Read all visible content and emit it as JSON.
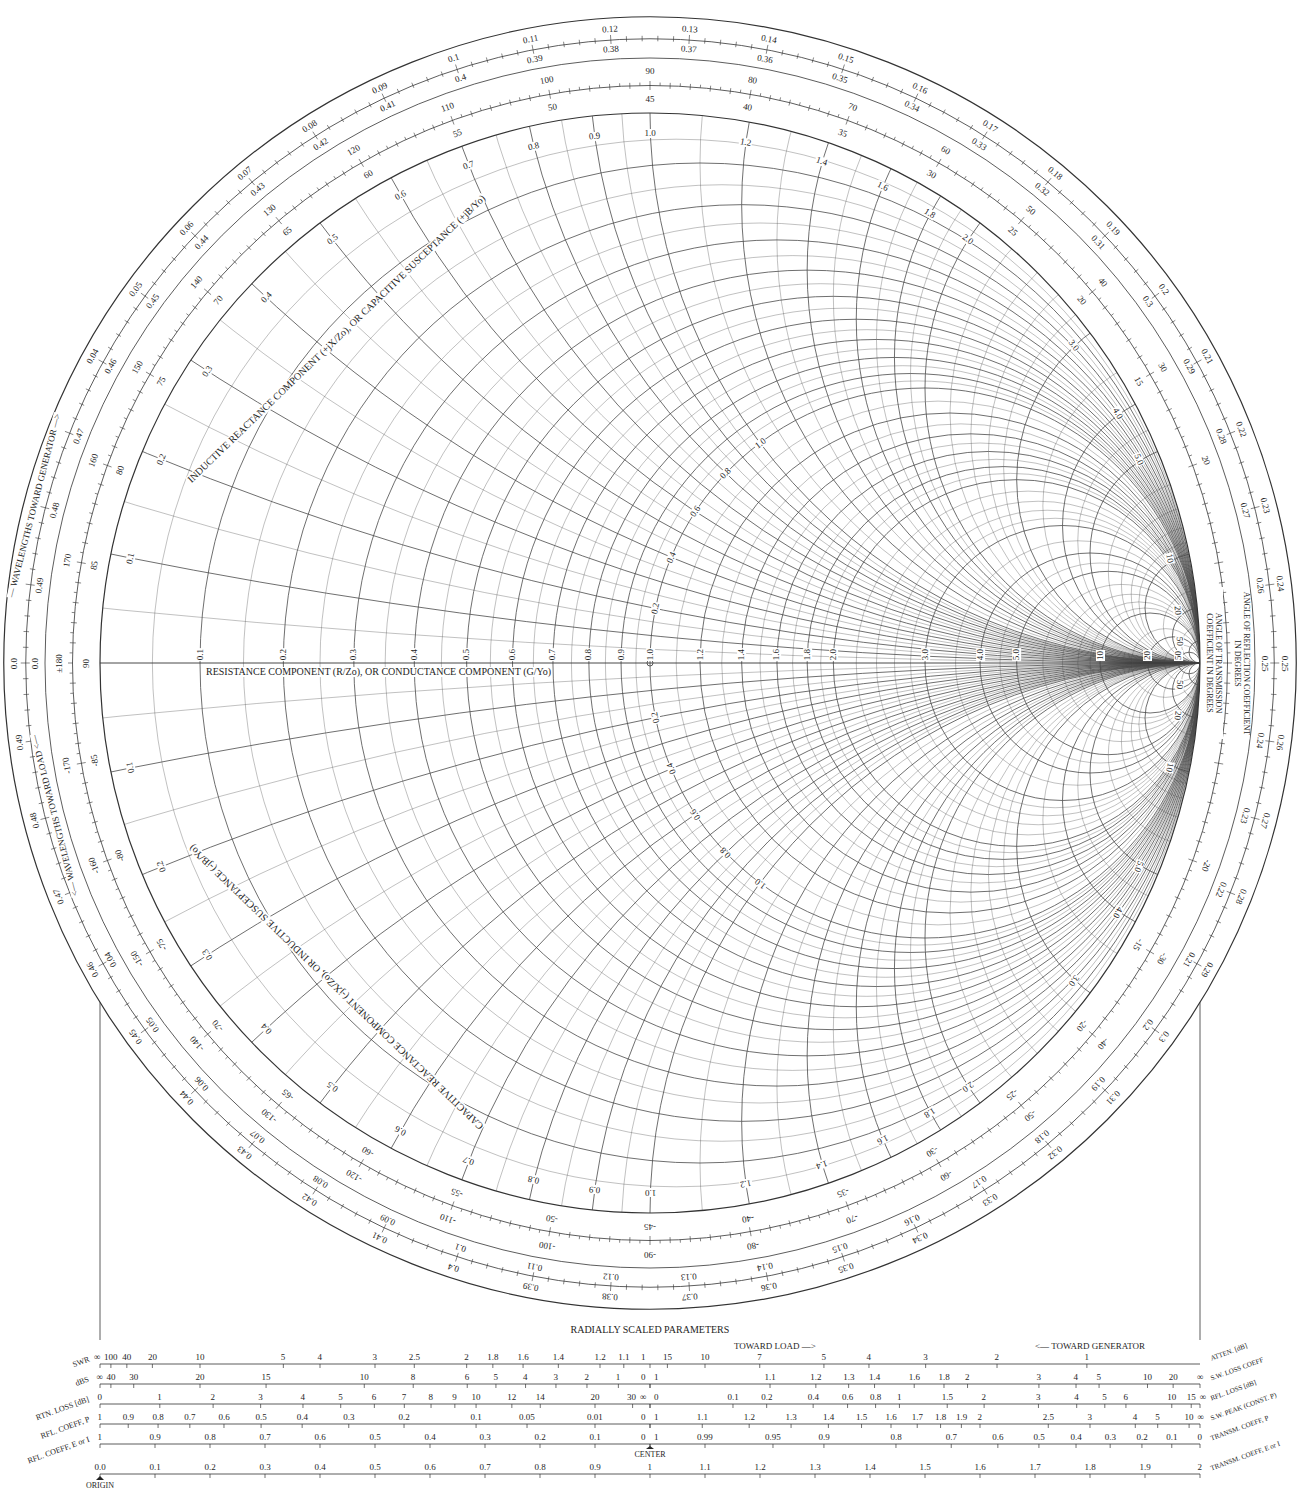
{
  "diagram": {
    "labels": [
      "RESISTANCE COMPONENT (R/Zo), OR CONDUCTANCE COMPONENT (G/Yo)",
      "INDUCTIVE REACTANCE COMPONENT (+jX/Zo), OR CAPACITIVE SUSCEPTANCE (+jB/Yo)",
      "CAPACITIVE REACTANCE COMPONENT (-jX/Zo), OR INDUCTIVE SUSCEPTANCE (-jB/Yo)",
      "ANGLE OF REFLECTION COEFFICIENT IN DEGREES",
      "ANGLE OF TRANSMISSION COEFFICIENT IN DEGREES",
      "— WAVELENGTHS TOWARD GENERATOR —>",
      "<— WAVELENGTHS TOWARD LOAD <—",
      "RADIALLY SCALED PARAMETERS",
      "TOWARD LOAD —>",
      "<— TOWARD GENERATOR",
      "CENTER",
      "ORIGIN",
      "SWR",
      "dBS",
      "RTN. LOSS [dB]",
      "RFL. COEFF, P",
      "RFL. COEFF, E or I",
      "ATTEN. [dB]",
      "S.W. LOSS COEFF",
      "RFL. LOSS [dB]",
      "S.W. PEAK (CONST. P)",
      "TRANSM. COEFF, P",
      "TRANSM. COEFF, E or I",
      "0.1",
      "0.2",
      "0.3",
      "0.4",
      "0.5",
      "0.6",
      "0.7",
      "0.8",
      "0.9",
      "1.0",
      "1.2",
      "1.4",
      "1.6",
      "1.8",
      "2.0",
      "3.0",
      "4.0",
      "5.0",
      "10",
      "20",
      "50",
      "0.1",
      "0.2",
      "0.3",
      "0.4",
      "0.5",
      "0.6",
      "0.7",
      "0.8",
      "0.9",
      "1.0",
      "1.2",
      "1.4",
      "1.6",
      "1.8",
      "2.0",
      "3.0",
      "4.0",
      "5.0",
      "10",
      "20",
      "50",
      "0.1",
      "0.2",
      "0.3",
      "0.4",
      "0.5",
      "0.6",
      "0.7",
      "0.8",
      "0.9",
      "1.0",
      "1.2",
      "1.4",
      "1.6",
      "1.8",
      "2.0",
      "3.0",
      "4.0",
      "5.0",
      "10",
      "20",
      "50",
      "0.2",
      "0.4",
      "0.6",
      "0.8",
      "1.0",
      "0.2",
      "0.4",
      "0.6",
      "0.8",
      "1.0",
      "20",
      "30",
      "40",
      "50",
      "60",
      "70",
      "80",
      "90",
      "100",
      "110",
      "120",
      "130",
      "140",
      "150",
      "160",
      "170",
      "±180",
      "-20",
      "-30",
      "-40",
      "-50",
      "-60",
      "-70",
      "-80",
      "-90",
      "-100",
      "-110",
      "-120",
      "-130",
      "-140",
      "-150",
      "-160",
      "-170",
      "15",
      "20",
      "25",
      "30",
      "35",
      "40",
      "45",
      "50",
      "55",
      "60",
      "65",
      "70",
      "75",
      "80",
      "85",
      "90",
      "-15",
      "-20",
      "-25",
      "-30",
      "-35",
      "-40",
      "-45",
      "-50",
      "-55",
      "-60",
      "-65",
      "-70",
      "-75",
      "-80",
      "-85",
      "0.0",
      "0.04",
      "0.05",
      "0.06",
      "0.07",
      "0.08",
      "0.09",
      "0.1",
      "0.11",
      "0.12",
      "0.13",
      "0.14",
      "0.15",
      "0.16",
      "0.17",
      "0.18",
      "0.19",
      "0.2",
      "0.21",
      "0.22",
      "0.23",
      "0.24",
      "0.25",
      "0.26",
      "0.27",
      "0.28",
      "0.29",
      "0.3",
      "0.31",
      "0.32",
      "0.33",
      "0.34",
      "0.35",
      "0.36",
      "0.37",
      "0.38",
      "0.39",
      "0.4",
      "0.41",
      "0.42",
      "0.43",
      "0.44",
      "0.45",
      "0.46",
      "0.47",
      "0.48",
      "0.49",
      "0.0",
      "0.04",
      "0.05",
      "0.06",
      "0.07",
      "0.08",
      "0.09",
      "0.1",
      "0.11",
      "0.12",
      "0.13",
      "0.14",
      "0.15",
      "0.16",
      "0.17",
      "0.18",
      "0.19",
      "0.2",
      "0.21",
      "0.22",
      "0.23",
      "0.24",
      "0.25",
      "0.26",
      "0.27",
      "0.28",
      "0.29",
      "0.3",
      "0.31",
      "0.32",
      "0.33",
      "0.34",
      "0.35",
      "0.36",
      "0.37",
      "0.38",
      "0.39",
      "0.4",
      "0.41",
      "0.42",
      "0.43",
      "0.44",
      "0.45",
      "0.46",
      "0.47",
      "0.48",
      "0.49",
      "∞",
      "100",
      "40",
      "20",
      "10",
      "5",
      "4",
      "3",
      "2.5",
      "2",
      "1.8",
      "1.6",
      "1.4",
      "1.2",
      "1.1",
      "1",
      "∞",
      "40",
      "30",
      "20",
      "15",
      "10",
      "8",
      "6",
      "5",
      "4",
      "3",
      "2",
      "1",
      "0",
      "0",
      "1",
      "2",
      "3",
      "4",
      "5",
      "6",
      "7",
      "8",
      "9",
      "10",
      "12",
      "14",
      "20",
      "30",
      "∞",
      "1",
      "0.9",
      "0.8",
      "0.7",
      "0.6",
      "0.5",
      "0.4",
      "0.3",
      "0.2",
      "0.1",
      "0.05",
      "0.01",
      "0",
      "1",
      "0.9",
      "0.8",
      "0.7",
      "0.6",
      "0.5",
      "0.4",
      "0.3",
      "0.2",
      "0.1",
      "0",
      "15",
      "10",
      "7",
      "5",
      "4",
      "3",
      "2",
      "1",
      "1",
      "1.1",
      "1.2",
      "1.3",
      "1.4",
      "1.6",
      "1.8",
      "2",
      "3",
      "4",
      "5",
      "10",
      "20",
      "∞",
      "0",
      "0.1",
      "0.2",
      "0.4",
      "0.6",
      "0.8",
      "1",
      "1.5",
      "2",
      "3",
      "4",
      "5",
      "6",
      "10",
      "15",
      "∞",
      "1",
      "1.1",
      "1.2",
      "1.3",
      "1.4",
      "1.5",
      "1.6",
      "1.7",
      "1.8",
      "1.9",
      "2",
      "2.5",
      "3",
      "4",
      "5",
      "10",
      "∞",
      "1",
      "0.99",
      "0.95",
      "0.9",
      "0.8",
      "0.7",
      "0.6",
      "0.5",
      "0.4",
      "0.3",
      "0.2",
      "0.1",
      "0",
      "0.0",
      "0.1",
      "0.2",
      "0.3",
      "0.4",
      "0.5",
      "0.6",
      "0.7",
      "0.8",
      "0.9",
      "1",
      "1.1",
      "1.2",
      "1.3",
      "1.4",
      "1.5",
      "1.6",
      "1.7",
      "1.8",
      "1.9",
      "2"
    ]
  }
}
